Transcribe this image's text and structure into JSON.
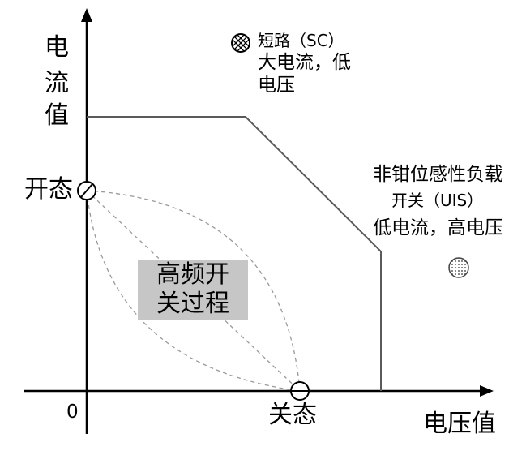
{
  "axes": {
    "y_label": [
      "电",
      "流",
      "值"
    ],
    "x_label": "电压值",
    "origin": "0"
  },
  "states": {
    "on": "开态",
    "off": "关态"
  },
  "short_circuit": {
    "lines": [
      "短路（SC）",
      "大电流，低",
      "电压"
    ]
  },
  "uis": {
    "lines": [
      "非钳位感性负载",
      "开关（UIS）",
      "低电流，高电压"
    ]
  },
  "switching": {
    "lines": [
      "高频开",
      "关过程"
    ]
  }
}
